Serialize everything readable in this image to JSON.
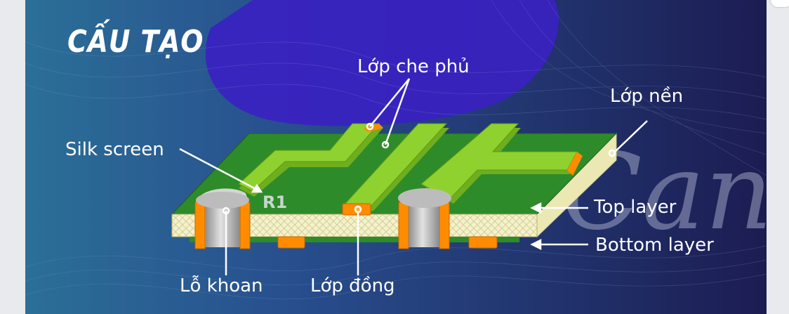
{
  "slide": {
    "title": "CẤU TẠO",
    "watermark": "Can",
    "colors": {
      "bg_dark": "#1d1f55",
      "bg_teal": "#2a6b94",
      "purple_blob": "#3a1fc0",
      "board_green": "#2f8a2a",
      "trace_green": "#86c92a",
      "copper_orange": "#ff8c00",
      "substrate": "#f3f0c8",
      "via_gray": "#c8c8c8"
    }
  },
  "diagram": {
    "silkscreen_text": "R1",
    "labels": {
      "overlay_layer": "Lớp che phủ",
      "base_layer": "Lớp nền",
      "silk_screen": "Silk screen",
      "top_layer": "Top layer",
      "bottom_layer": "Bottom layer",
      "drill_hole": "Lỗ khoan",
      "copper_layer": "Lớp đồng"
    }
  }
}
